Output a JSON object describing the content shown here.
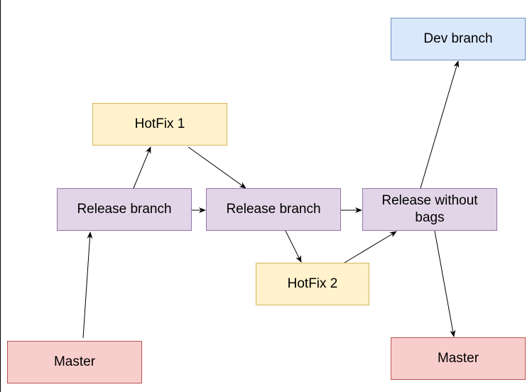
{
  "colors": {
    "dev": {
      "fill": "#dae8fc",
      "stroke": "#6c8ebf"
    },
    "hotfix": {
      "fill": "#fff2cc",
      "stroke": "#d6b656"
    },
    "release": {
      "fill": "#e1d5e7",
      "stroke": "#9673a6"
    },
    "master": {
      "fill": "#f8cecc",
      "stroke": "#b85450"
    },
    "edge": "#000000"
  },
  "nodes": {
    "dev": "Dev branch",
    "hotfix1": "HotFix 1",
    "release1": "Release branch",
    "release2": "Release branch",
    "release3": "Release without bags",
    "hotfix2": "HotFix 2",
    "master1": "Master",
    "master2": "Master"
  },
  "edges": [
    {
      "from": "master1",
      "to": "release1"
    },
    {
      "from": "release1",
      "to": "hotfix1"
    },
    {
      "from": "hotfix1",
      "to": "release2"
    },
    {
      "from": "release1",
      "to": "release2"
    },
    {
      "from": "release2",
      "to": "release3"
    },
    {
      "from": "release2",
      "to": "hotfix2"
    },
    {
      "from": "hotfix2",
      "to": "release3"
    },
    {
      "from": "release3",
      "to": "dev"
    },
    {
      "from": "release3",
      "to": "master2"
    }
  ]
}
